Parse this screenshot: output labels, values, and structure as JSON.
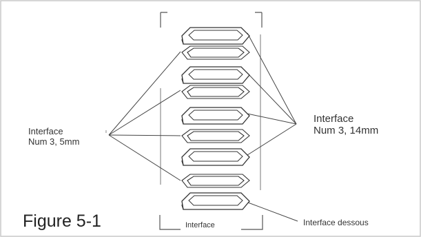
{
  "figure": {
    "caption": "Figure 5-1",
    "labels": {
      "left": [
        "Interface",
        "Num 3, 5mm"
      ],
      "right": [
        "Interface",
        "Num 3, 14mm"
      ],
      "bottom_right": "Interface dessous",
      "bottom_center": "Interface"
    },
    "colors": {
      "ink": "#333333",
      "border": "#c8c8c8",
      "background": "#ffffff"
    }
  }
}
